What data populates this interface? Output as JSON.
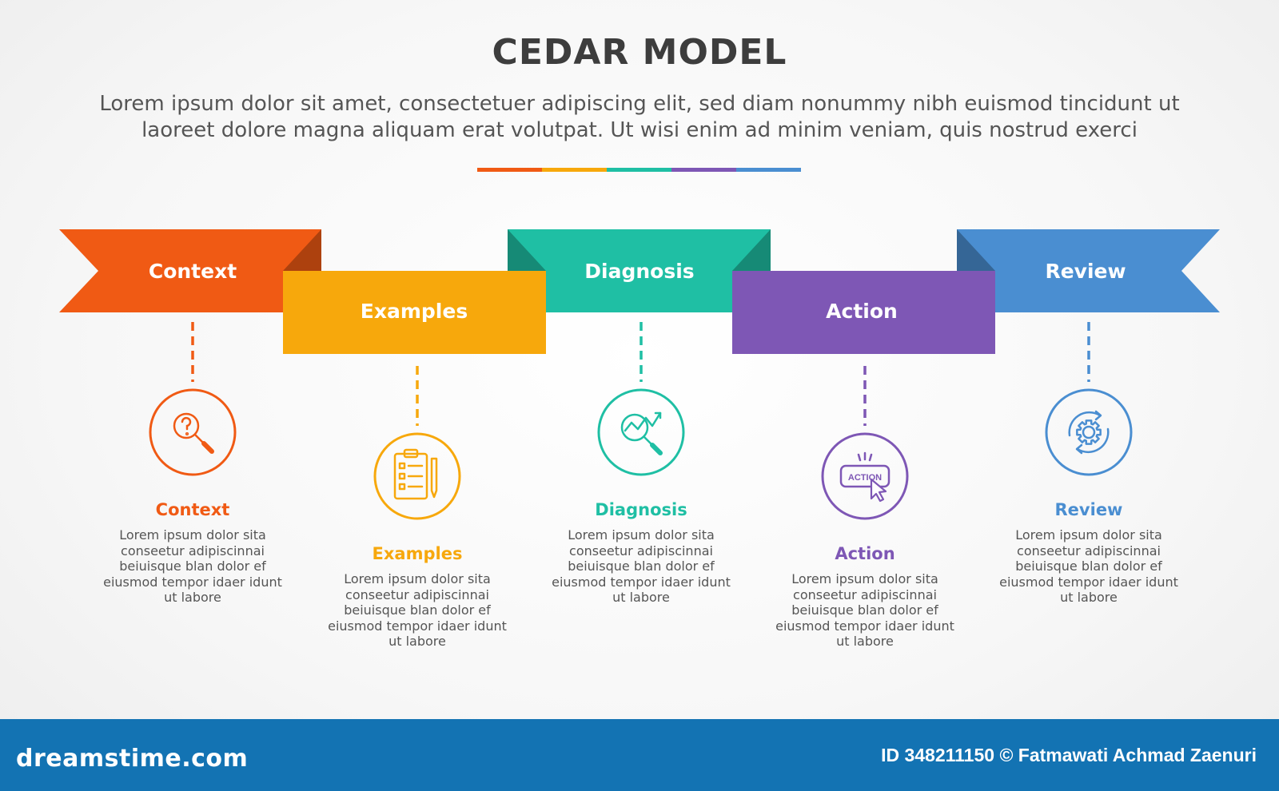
{
  "header": {
    "title": "CEDAR MODEL",
    "subtitle": "Lorem ipsum dolor sit amet, consectetuer adipiscing elit, sed diam nonummy nibh euismod tincidunt ut laoreet dolore magna aliquam erat volutpat. Ut wisi enim ad minim veniam, quis nostrud exerci"
  },
  "steps": [
    {
      "label": "Context",
      "title": "Context",
      "desc": "Lorem ipsum dolor sita conseetur adipiscinnai beiuisque blan dolor ef eiusmod tempor idaer idunt ut labore",
      "color": "#f05a14",
      "icon": "question-magnifier-icon"
    },
    {
      "label": "Examples",
      "title": "Examples",
      "desc": "Lorem ipsum dolor sita conseetur adipiscinnai beiuisque blan dolor ef eiusmod tempor idaer idunt ut labore",
      "color": "#f7a80c",
      "icon": "clipboard-checklist-icon"
    },
    {
      "label": "Diagnosis",
      "title": "Diagnosis",
      "desc": "Lorem ipsum dolor sita conseetur adipiscinnai beiuisque blan dolor ef eiusmod tempor idaer idunt ut labore",
      "color": "#1fbfa4",
      "icon": "chart-magnifier-icon"
    },
    {
      "label": "Action",
      "title": "Action",
      "desc": "Lorem ipsum dolor sita conseetur adipiscinnai beiuisque blan dolor ef eiusmod tempor idaer idunt ut labore",
      "color": "#7e57b5",
      "icon": "action-button-cursor-icon",
      "icon_text": "ACTION"
    },
    {
      "label": "Review",
      "title": "Review",
      "desc": "Lorem ipsum dolor sita conseetur adipiscinnai beiuisque blan dolor ef eiusmod tempor idaer idunt ut labore",
      "color": "#4a8ed1",
      "icon": "gear-cycle-icon"
    }
  ],
  "footer": {
    "logo": "dreamstime.com",
    "credit": "ID 348211150 © Fatmawati  Achmad Zaenuri"
  }
}
